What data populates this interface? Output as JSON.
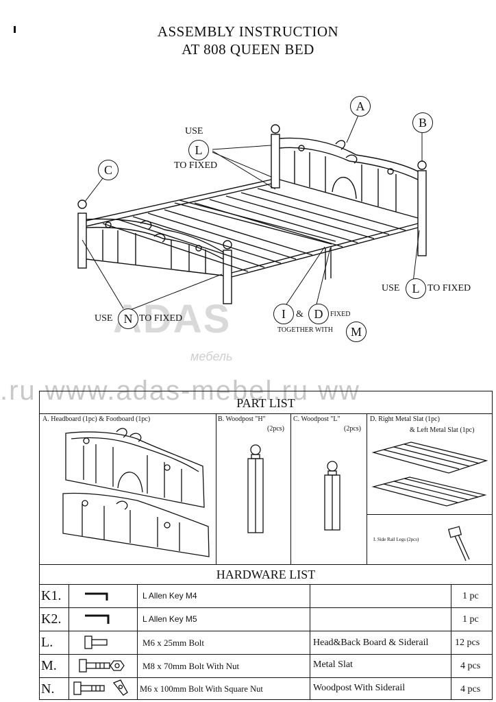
{
  "title": {
    "line1": "ASSEMBLY INSTRUCTION",
    "line2": "AT 808 QUEEN BED"
  },
  "diagram": {
    "callout_a": "A",
    "callout_b": "B",
    "callout_c": "C",
    "use_l_top": {
      "use": "USE",
      "letter": "L",
      "to_fixed": "TO FIXED"
    },
    "use_l_right": {
      "use": "USE",
      "letter": "L",
      "to_fixed": "TO FIXED"
    },
    "use_n": {
      "use": "USE",
      "letter": "N",
      "to_fixed": "TO FIXED"
    },
    "i_d": {
      "i": "I",
      "amp": "&",
      "d": "D",
      "fixed": "FIXED",
      "together": "TOGETHER WITH",
      "m": "M"
    }
  },
  "watermark": {
    "brand": "ADAS",
    "sub": "мебель",
    "domain": ".ru  www.adas-mebel.ru  ww"
  },
  "part_list": {
    "heading": "PART LIST",
    "a": "A. Headboard (1pc) & Footboard (1pc)",
    "b_name": "B. Woodpost \"H\"",
    "b_qty": "(2pcs)",
    "c_name": "C. Woodpost \"L\"",
    "c_qty": "(2pcs)",
    "d_line1": "D. Right Metal Slat (1pc)",
    "d_line2": "& Left Metal Slat (1pc)",
    "legs": "I. Side Rail Legs (2pcs)"
  },
  "hardware_list": {
    "heading": "HARDWARE LIST",
    "rows": [
      {
        "key": "K1.",
        "icon": "allen-key-icon",
        "desc": "L Allen Key M4",
        "use": "",
        "qty": "1 pc"
      },
      {
        "key": "K2.",
        "icon": "allen-key-icon",
        "desc": "L Allen Key M5",
        "use": "",
        "qty": "1 pc"
      },
      {
        "key": "L.",
        "icon": "bolt-icon",
        "desc": "M6 x 25mm Bolt",
        "use": "Head&Back Board & Siderail",
        "qty": "12 pcs"
      },
      {
        "key": "M.",
        "icon": "bolt-nut-icon",
        "desc": "M8 x 70mm Bolt With Nut",
        "use": "Metal Slat",
        "qty": "4 pcs"
      },
      {
        "key": "N.",
        "icon": "bolt-square-nut-icon",
        "desc": "M6 x 100mm Bolt With Square Nut",
        "use": "Woodpost With Siderail",
        "qty": "4 pcs"
      }
    ]
  }
}
